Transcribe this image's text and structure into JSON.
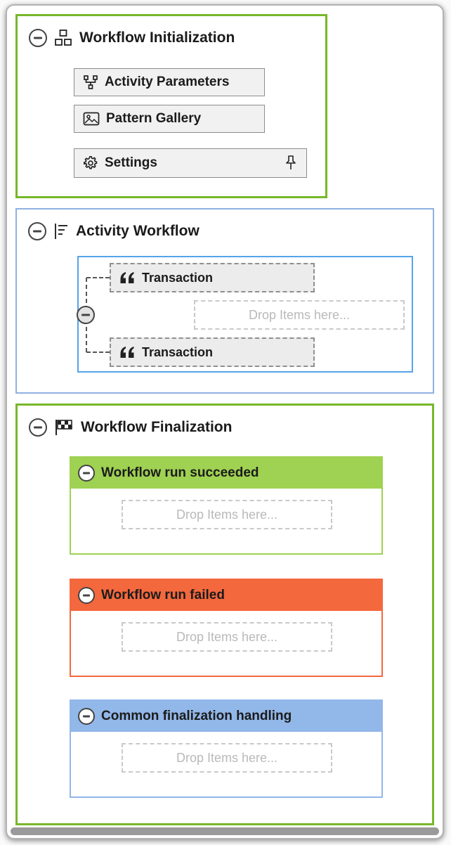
{
  "initialization": {
    "title": "Workflow Initialization",
    "buttons": [
      {
        "label": "Activity Parameters"
      },
      {
        "label": "Pattern Gallery"
      },
      {
        "label": "Settings"
      }
    ]
  },
  "activity_workflow": {
    "title": "Activity Workflow",
    "transactions": [
      {
        "label": "Transaction"
      },
      {
        "label": "Transaction"
      }
    ],
    "drop_placeholder": "Drop Items here..."
  },
  "finalization": {
    "title": "Workflow Finalization",
    "sections": [
      {
        "title": "Workflow run succeeded",
        "drop_placeholder": "Drop Items here...",
        "accent": "#9fd152"
      },
      {
        "title": "Workflow run failed",
        "drop_placeholder": "Drop Items here...",
        "accent": "#f4683d"
      },
      {
        "title": "Common finalization handling",
        "drop_placeholder": "Drop Items here...",
        "accent": "#92b7e9"
      }
    ]
  },
  "colors": {
    "panel_green_border": "#77b72a",
    "panel_blue_border": "#8fb0e2",
    "inner_blue_border": "#55a4ea",
    "button_bg": "#f1f1f1",
    "transaction_bg": "#ececec",
    "drop_text": "#b9b9b9"
  },
  "icons": {
    "initialization": "modules-icon",
    "activity_parameters": "flow-nodes-icon",
    "pattern_gallery": "image-icon",
    "settings": "gear-icon",
    "pin": "pushpin-icon",
    "activity_workflow": "outline-list-icon",
    "transaction": "double-quotes-icon",
    "finalization": "checkered-flag-icon",
    "collapse": "collapse-minus-icon"
  }
}
